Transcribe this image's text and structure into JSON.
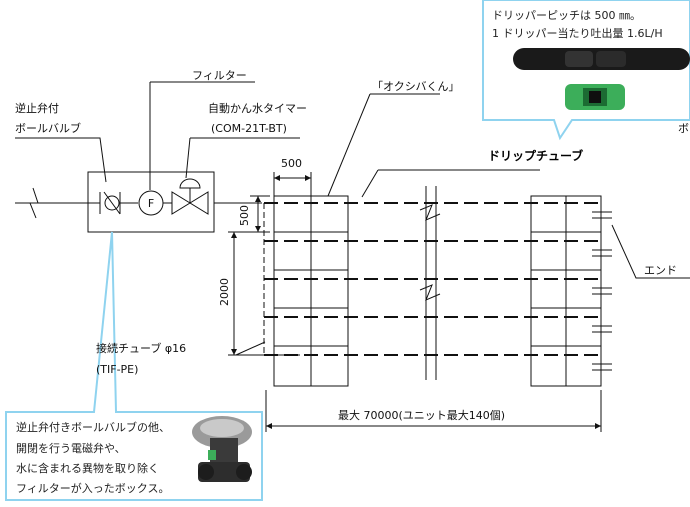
{
  "labels": {
    "filter": "フィルター",
    "check_valve_1": "逆止弁付",
    "check_valve_2": "ボールバルブ",
    "timer_1": "自動かん水タイマー",
    "timer_2": "(COM-21T-BT)",
    "okushiba": "「オクシバくん」",
    "drip_tube": "ドリップチューブ",
    "end": "エンド",
    "side_cut": "ボ",
    "connect_1": "接続チューブ φ16",
    "connect_2": "(TIF-PE)",
    "dim_500_top": "500",
    "dim_500_side": "500",
    "dim_2000": "2000",
    "dim_max": "最大 70000(ユニット最大140個)",
    "filter_symbol": "F"
  },
  "callout_top": {
    "line1": "ドリッパーピッチは 500 ㎜。",
    "line2": "1 ドリッパー当たり吐出量 1.6L/H"
  },
  "callout_bottom": {
    "line1": "逆止弁付きボールバルブの他、",
    "line2": "開閉を行う電磁弁や、",
    "line3": "水に含まれる異物を取り除く",
    "line4": "フィルターが入ったボックス。"
  },
  "colors": {
    "callout_border": "#8fd3ef",
    "line": "#111111",
    "tube": "#1a1a1a",
    "dripper_green": "#3cae5a"
  }
}
